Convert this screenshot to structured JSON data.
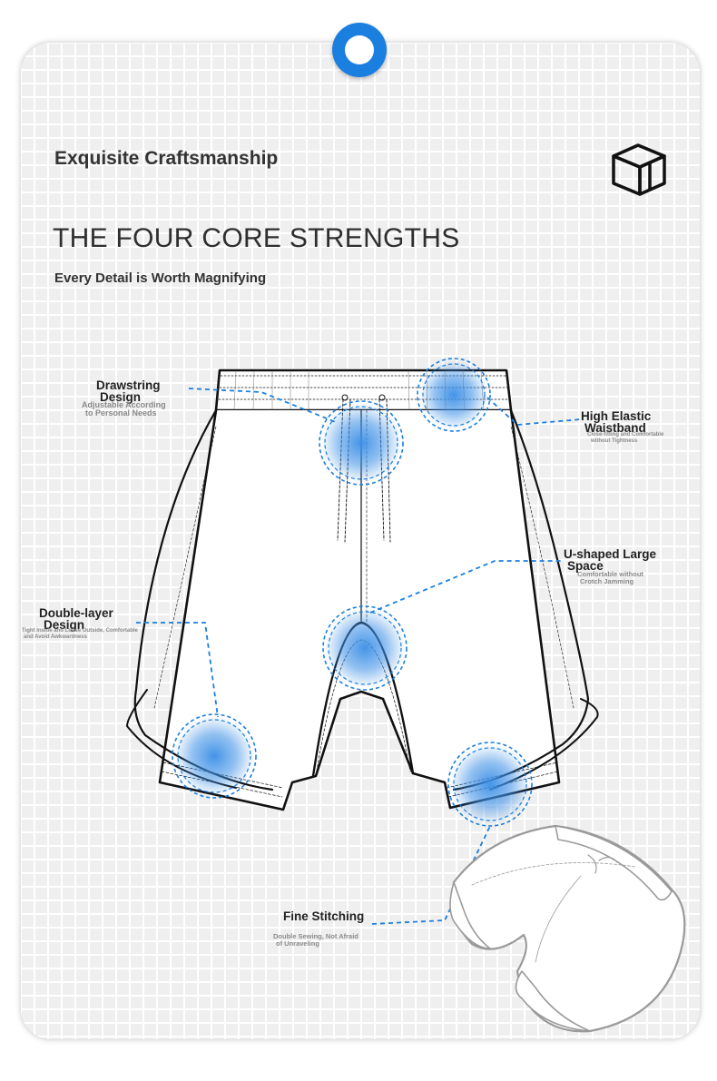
{
  "header": {
    "heading": "Exquisite Craftsmanship",
    "title": "THE FOUR CORE STRENGTHS",
    "subtitle": "Every Detail is Worth Magnifying"
  },
  "callouts": {
    "drawstring": {
      "title_line1": "Drawstring",
      "title_line2": "Design",
      "desc_line1": "Adjustable According",
      "desc_line2": "to Personal Needs"
    },
    "waistband": {
      "title_line1": "High Elastic",
      "title_line2": "Waistband",
      "desc_line1": "Close-fitting and Comfortable",
      "desc_line2": "without Tightness"
    },
    "ushape": {
      "title_line1": "U-shaped Large",
      "title_line2": "Space",
      "desc_line1": "Comfortable without",
      "desc_line2": "Crotch Jamming"
    },
    "double_layer": {
      "title_line1": "Double-layer",
      "title_line2": "Design",
      "desc_line1": "Tight Inside and Loose Outside, Comfortable",
      "desc_line2": "and Avoid Awkwardness"
    },
    "stitching": {
      "title_line1": "Fine Stitching",
      "desc_line1": "Double Sewing, Not Afraid",
      "desc_line2": "of Unraveling"
    }
  },
  "icons": {
    "hanger": "hanger-ring-icon",
    "box": "cube-box-icon"
  },
  "colors": {
    "accent": "#1b7fe0",
    "highlight": "#3b8fe6",
    "outline": "#111111"
  }
}
